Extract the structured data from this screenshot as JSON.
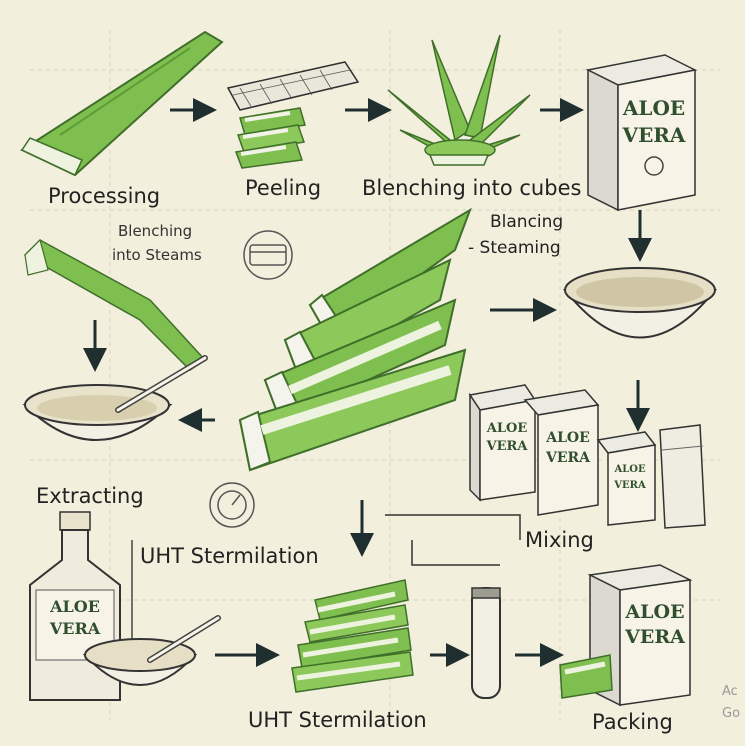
{
  "labels": {
    "processing": "Processing",
    "peeling": "Peeling",
    "blenching_cubes": "Blenching into cubes",
    "blenching_steams_1": "Blenching",
    "blenching_steams_2": "into Steams",
    "blancing_1": "Blancing",
    "blancing_2": "- Steaming",
    "extracting": "Extracting",
    "uht_1": "UHT Stermilation",
    "mixing": "Mixing",
    "uht_2": "UHT Stermilation",
    "packing": "Packing"
  },
  "packages": {
    "top_right": [
      "ALOE",
      "VERA"
    ],
    "mix_left": [
      "ALOE",
      "VERA"
    ],
    "mix_mid": [
      "ALOE",
      "VERA"
    ],
    "mix_small": [
      "ALOE",
      "VERA"
    ],
    "bottle": [
      "ALOE",
      "VERA"
    ],
    "bottom_right": [
      "ALOE",
      "VERA"
    ]
  },
  "watermark": [
    "Ac",
    "Go"
  ],
  "colors": {
    "background": "#f3efdd",
    "leaf": "#7fbf4f",
    "leaf_dark": "#4f8a2e",
    "ink": "#1f2f2f",
    "carton": "#f7f3e6"
  }
}
